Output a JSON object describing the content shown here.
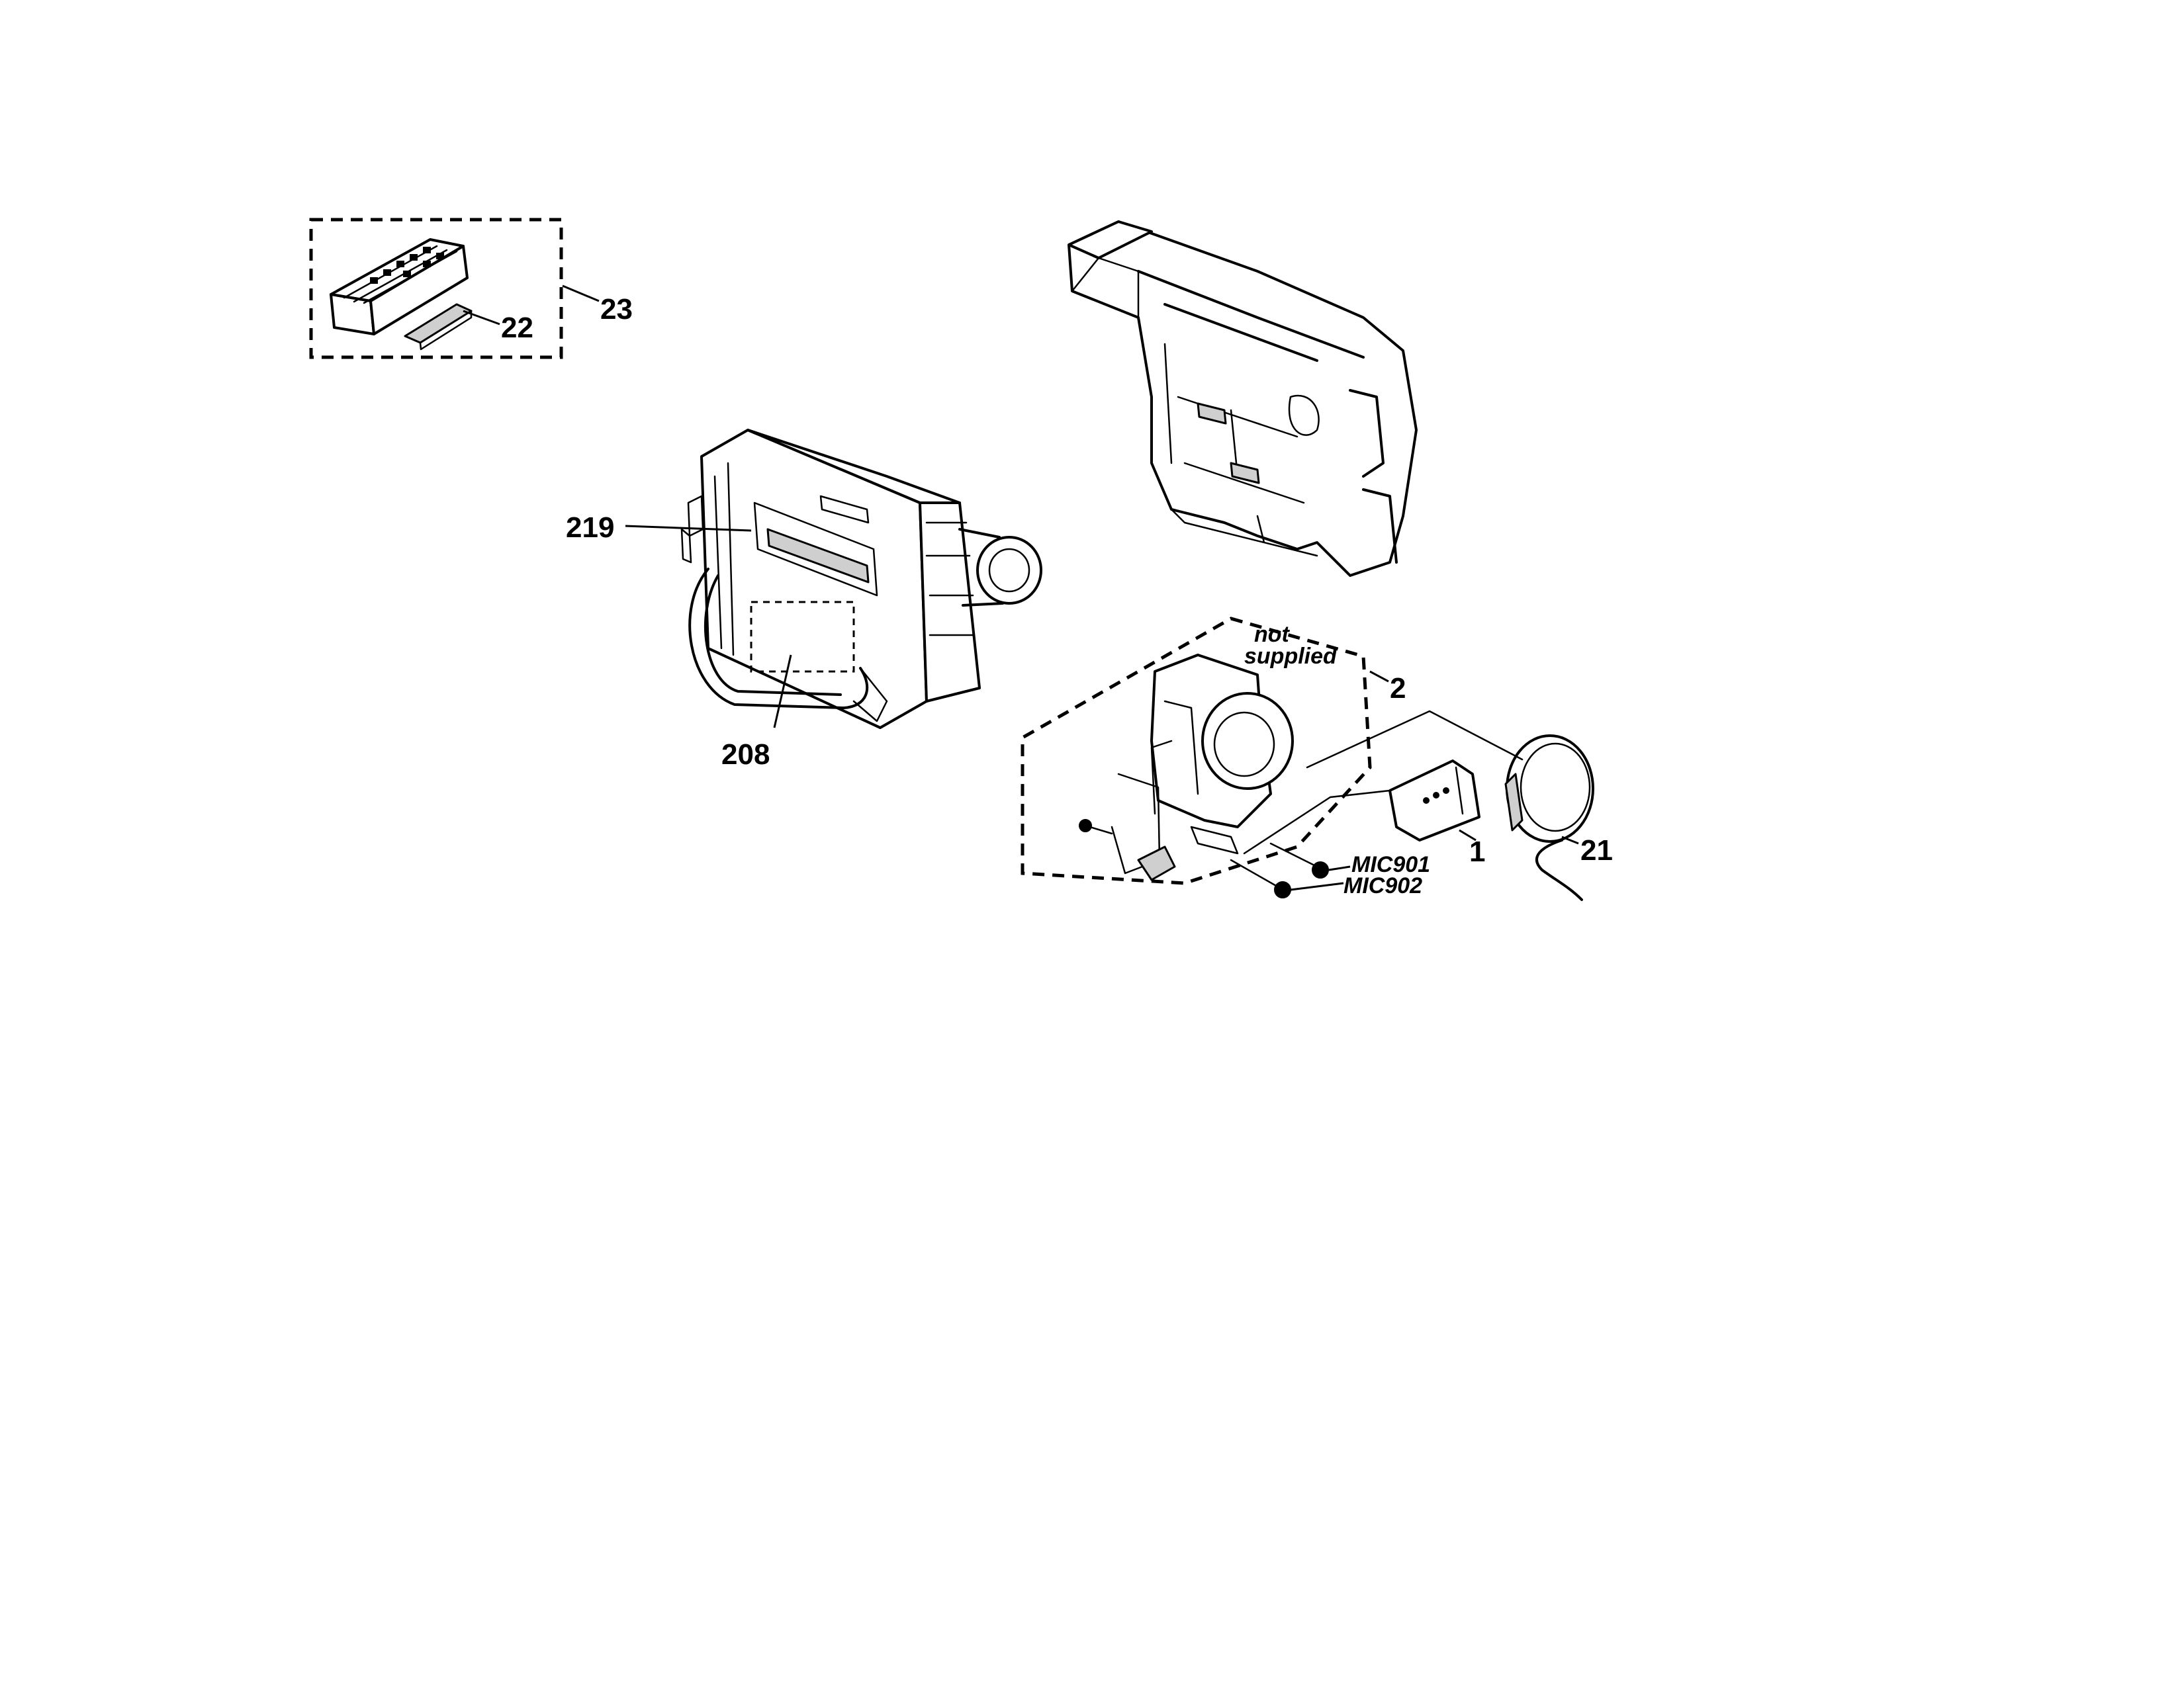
{
  "callouts": {
    "c23": "23",
    "c22": "22",
    "c219": "219",
    "c208": "208",
    "c2": "2",
    "c1": "1",
    "c21": "21",
    "mic901": "MIC901",
    "mic902": "MIC902",
    "not_supplied_line1": "not",
    "not_supplied_line2": "supplied"
  },
  "icons": {
    "remote": "remote-control-icon",
    "camcorder": "camcorder-icon",
    "chassis": "chassis-frame-icon",
    "lens_block": "lens-block-icon",
    "lens_cap": "lens-cap-icon",
    "mic_cover": "mic-cover-icon"
  }
}
